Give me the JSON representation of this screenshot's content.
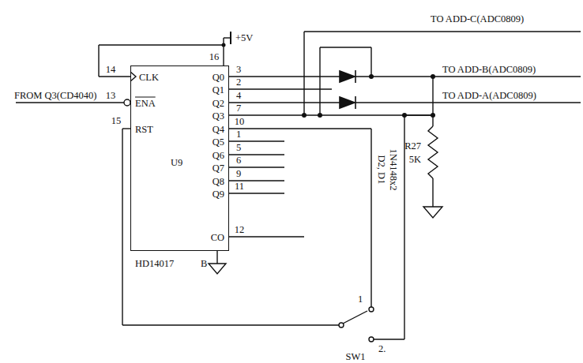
{
  "diagram": {
    "nodes": [
      {
        "text": [
          "CLK",
          "ENA",
          "RST",
          "U9",
          "Q0",
          "Q1",
          "Q2",
          "Q3",
          "Q4",
          "Q5",
          "Q6",
          "Q7",
          "Q8",
          "Q9",
          "CO",
          "HD14017",
          "B"
        ]
      }
    ],
    "labels": [
      "+5V",
      "14",
      "16",
      "TO ADD-C(ADC0809)",
      "FROM Q3(CD4040)",
      "13",
      "3",
      "2",
      "4",
      "7",
      "TO ADD-B(ADC0809)",
      "TO ADD-A(ADC0809)",
      "15",
      "10",
      "1",
      "5",
      "6",
      "9",
      "11",
      "12",
      "D2, D1",
      "1N4148x2",
      "R27",
      "5K",
      "1",
      "2.",
      "SW1"
    ]
  }
}
